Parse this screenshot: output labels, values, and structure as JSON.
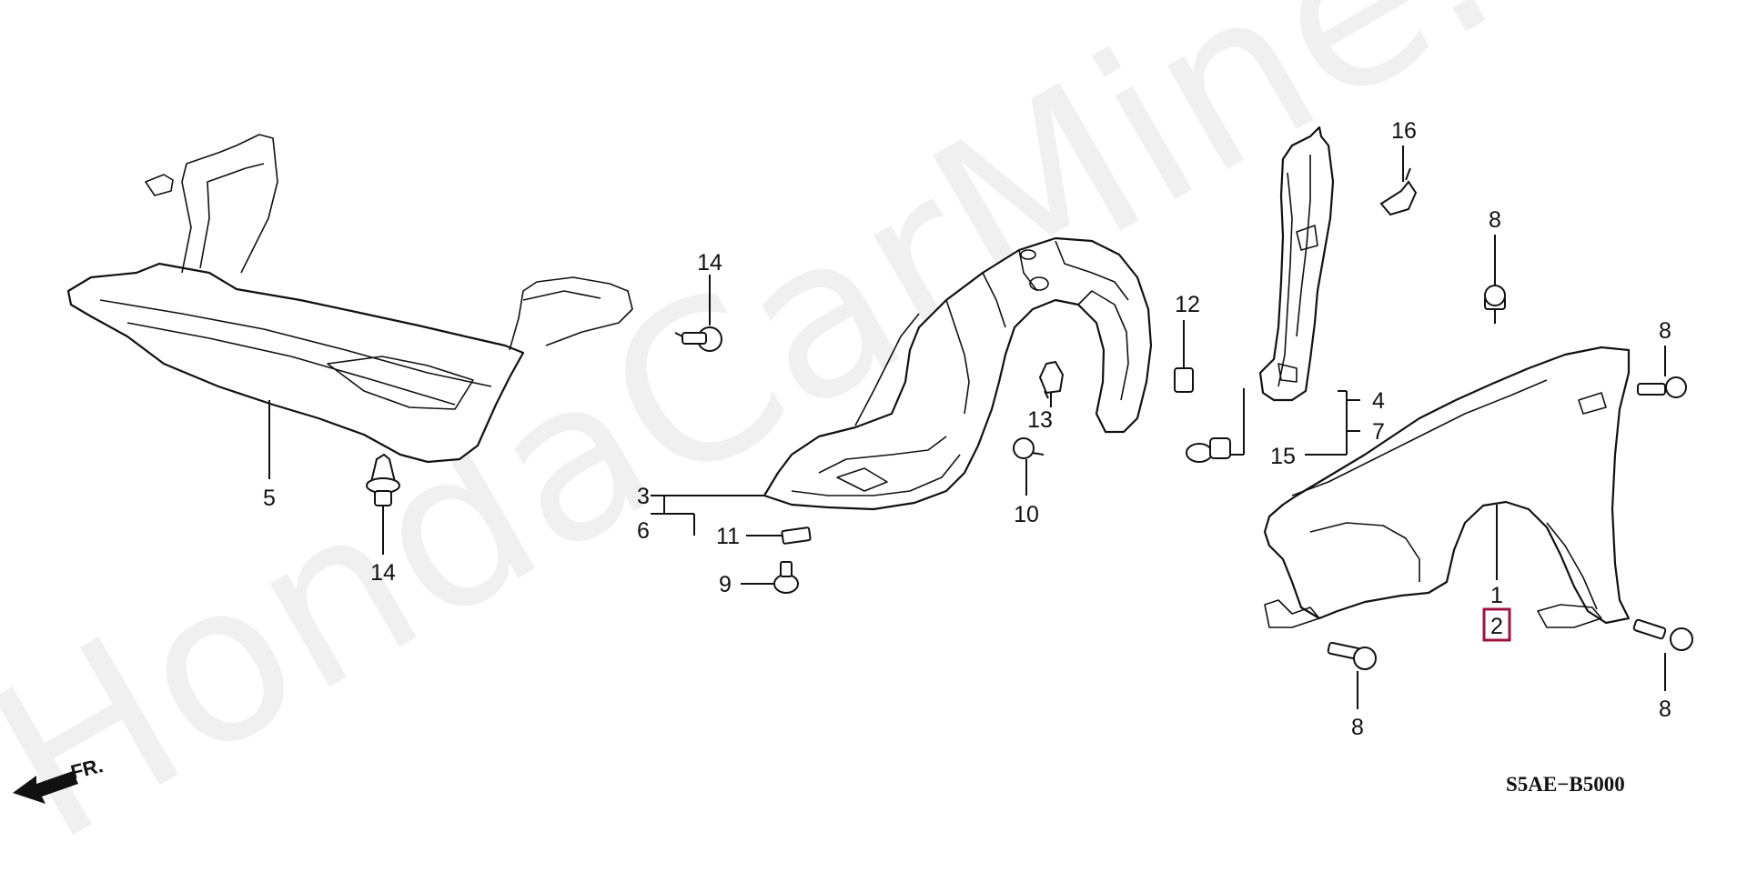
{
  "watermark": "HondaCarMine.ru",
  "diagram_code": "S5AE−B5000",
  "front_indicator": "FR.",
  "callouts": {
    "c1": "1",
    "c2": "2",
    "c3": "3",
    "c4": "4",
    "c5": "5",
    "c6": "6",
    "c7": "7",
    "c8a": "8",
    "c8b": "8",
    "c8c": "8",
    "c8d": "8",
    "c9": "9",
    "c10": "10",
    "c11": "11",
    "c12": "12",
    "c13": "13",
    "c14a": "14",
    "c14b": "14",
    "c15": "15",
    "c16": "16"
  },
  "highlight_color": "#a0143c"
}
